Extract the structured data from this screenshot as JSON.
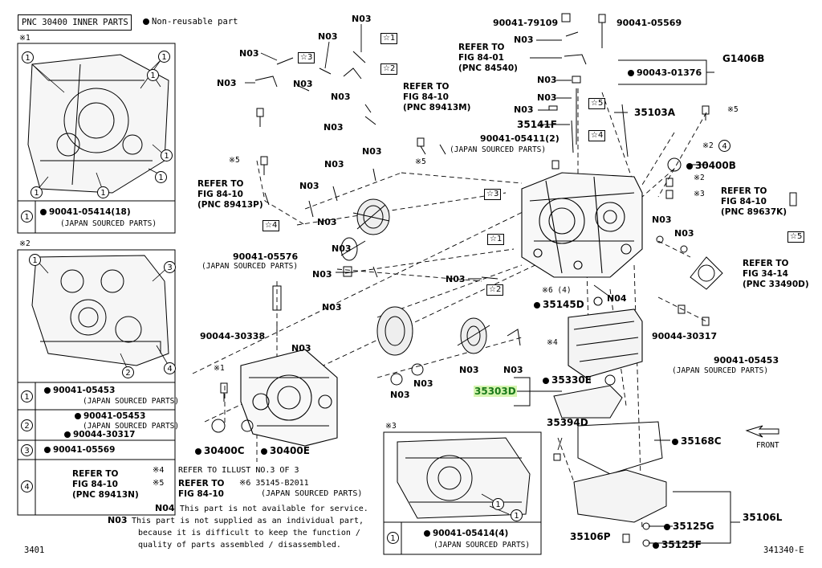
{
  "header": {
    "pnc_title": "PNC 30400 INNER PARTS",
    "legend_text": "Non-reusable part"
  },
  "marks": {
    "m1": "※1",
    "m2": "※2",
    "m3": "※3",
    "m4": "※4",
    "m5": "※5",
    "m6": "※6"
  },
  "n03": "N03",
  "n04": "N04",
  "boxed": {
    "b1": "☆1",
    "b2": "☆2",
    "b3": "☆3",
    "b4": "☆4",
    "b5": "☆5"
  },
  "circled": {
    "c1": "1",
    "c2": "2",
    "c3": "3",
    "c4": "4"
  },
  "parts": {
    "p90041_79109": "90041-79109",
    "p90041_05569_top": "90041-05569",
    "p90043_01376": "90043-01376",
    "pG1406B": "G1406B",
    "p35103A": "35103A",
    "p35141F": "35141F",
    "p90041_05411": "90041-05411(2)",
    "japan": "(JAPAN SOURCED PARTS)",
    "p30400B": "30400B",
    "p35145D": "35145D",
    "p90041_05576": "90041-05576",
    "p90044_30338": "90044-30338",
    "p90044_30317": "90044-30317",
    "p90041_05453": "90041-05453",
    "p35330E": "35330E",
    "p35303D": "35303D",
    "p35394D": "35394D",
    "p35168C": "35168C",
    "p30400C": "30400C",
    "p30400E": "30400E",
    "p35106L": "35106L",
    "p35125G": "35125G",
    "p35125F": "35125F",
    "p35106P": "35106P",
    "p6_4": "※6 (4)",
    "front": "FRONT"
  },
  "refs": {
    "r84_01_a": "REFER TO",
    "r84_01_b": "FIG 84-01",
    "r84_01_c": "(PNC 84540)",
    "r89413M_a": "REFER TO",
    "r89413M_b": "FIG 84-10",
    "r89413M_c": "(PNC 89413M)",
    "r89413P_a": "REFER TO",
    "r89413P_b": "FIG 84-10",
    "r89413P_c": "(PNC 89413P)",
    "r89637K_a": "REFER TO",
    "r89637K_b": "FIG 84-10",
    "r89637K_c": "(PNC 89637K)",
    "r33490D_a": "REFER TO",
    "r33490D_b": "FIG 34-14",
    "r33490D_c": "(PNC 33490D)"
  },
  "panel1": {
    "row_part": "90041-05414(18)",
    "row_sub": "(JAPAN SOURCED PARTS)"
  },
  "panel2": {
    "r1_part": "90041-05453",
    "r1_sub": "(JAPAN SOURCED PARTS)",
    "r2_part": "90041-05453",
    "r2_sub": "(JAPAN SOURCED PARTS)",
    "r2_part2": "90044-30317",
    "r3_part": "90041-05569",
    "r4_a": "REFER TO",
    "r4_b": "FIG 84-10",
    "r4_c": "(PNC 89413N)"
  },
  "panel3": {
    "row_part": "90041-05414(4)",
    "row_sub": "(JAPAN SOURCED PARTS)"
  },
  "notes": {
    "n4_mark": "※4",
    "n4_text": "REFER TO ILLUST NO.3 OF 3",
    "n5_mark": "※5",
    "n5_a": "REFER TO",
    "n5_b": "FIG 84-10",
    "n6_text": "※6  35145-B2011",
    "n6_sub": "(JAPAN SOURCED PARTS)",
    "n04_text": "This part is not available for service.",
    "n03_l1": "This part is not supplied as an individual part,",
    "n03_l2": "because it is difficult to keep the function /",
    "n03_l3": "quality of parts assembled / disassembled."
  },
  "footer": {
    "left": "3401",
    "right": "341340-E"
  }
}
